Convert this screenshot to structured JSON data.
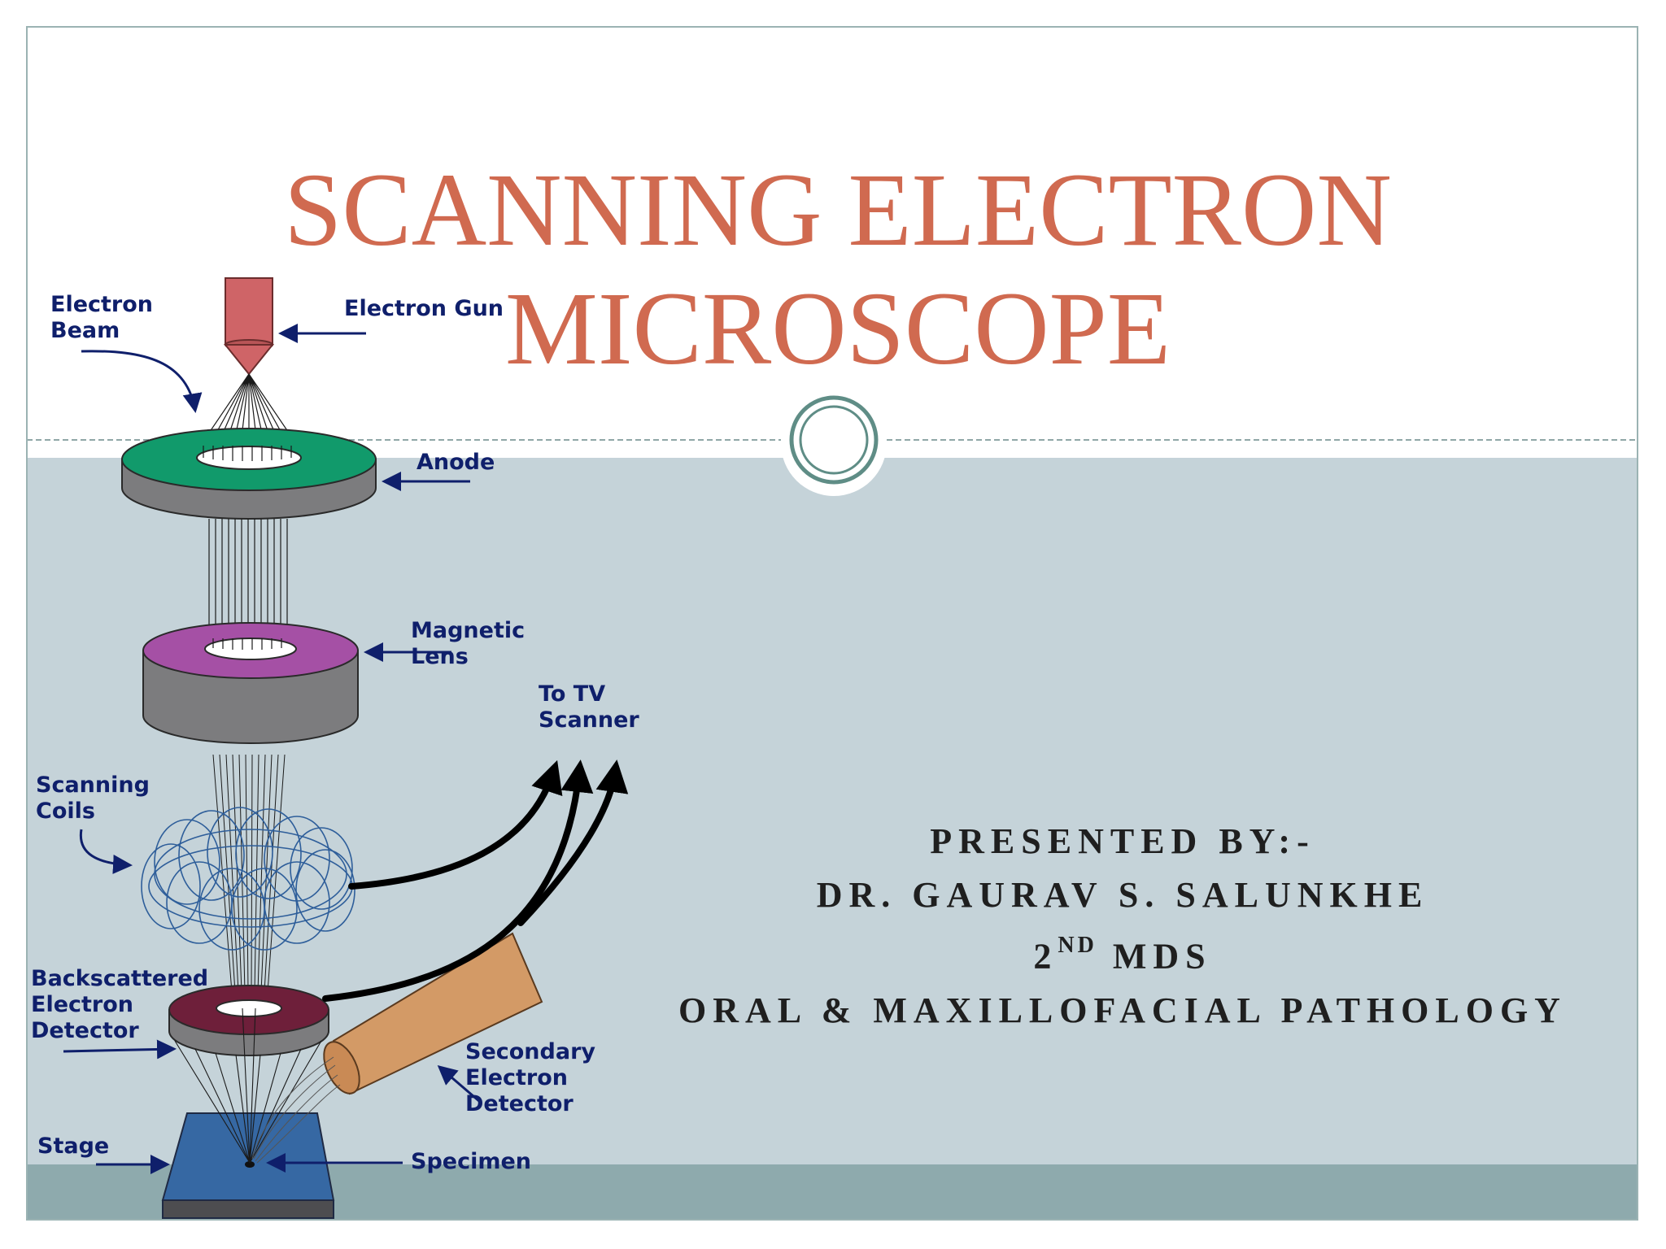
{
  "slide": {
    "title_line1": "SCANNING ELECTRON",
    "title_line2": "MICROSCOPE",
    "presenter_line1": "PRESENTED BY:-",
    "presenter_line2": "DR. GAURAV S. SALUNKHE",
    "presenter_line3_num": "2",
    "presenter_line3_sup": "ND",
    "presenter_line3_rest": " MDS",
    "presenter_line4": "ORAL & MAXILLOFACIAL PATHOLOGY"
  },
  "diagram": {
    "labels": {
      "electron_beam": "Electron\n Beam",
      "electron_gun": "Electron Gun",
      "anode": "Anode",
      "magnetic_lens": "Magnetic\n Lens",
      "to_tv_scanner": "To TV\n Scanner",
      "scanning_coils": "Scanning\n Coils",
      "backscattered_detector": "Backscattered\nElectron\n Detector",
      "secondary_detector": "Secondary\nElectron\n Detector",
      "stage": "Stage",
      "specimen": "Specimen"
    },
    "colors": {
      "title": "#d06a50",
      "background_band": "#c5d3d9",
      "footer_band": "#8eaaad",
      "label_text": "#0f1f6b",
      "electron_gun": "#cf6467",
      "anode_top": "#119a6b",
      "lens_top": "#a550a5",
      "cylinder_side": "#7c7c7e",
      "detector_top": "#6e1f3a",
      "stage_top": "#3668a3",
      "secondary_detector": "#d39a66"
    }
  }
}
